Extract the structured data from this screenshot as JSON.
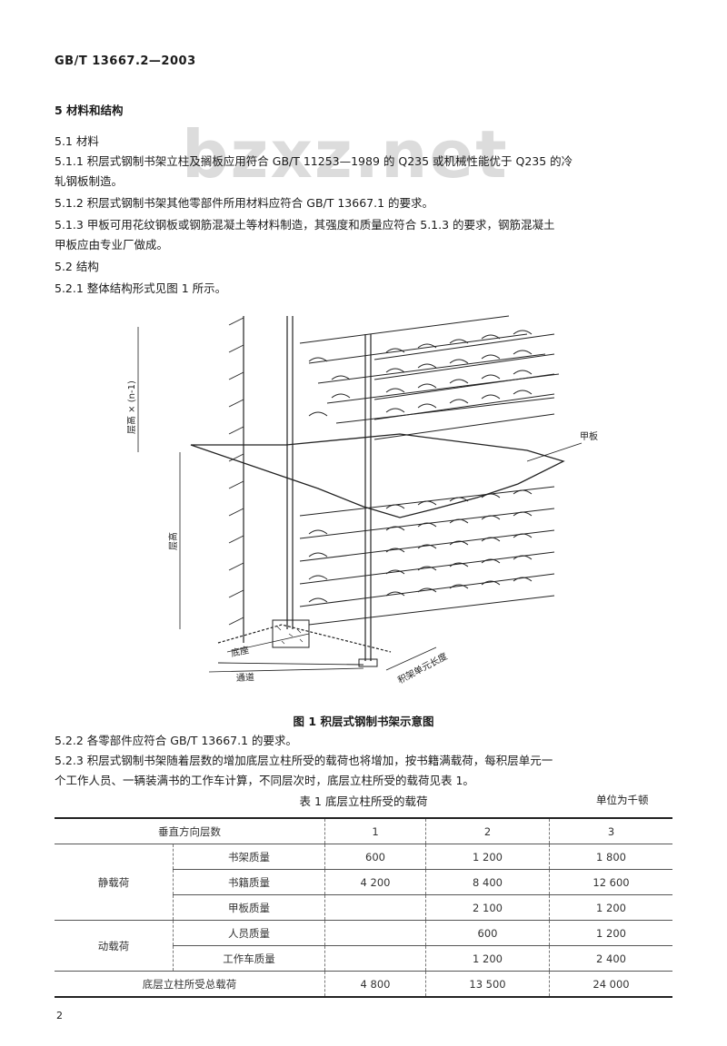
{
  "header": {
    "standard_no": "GB/T 13667.2—2003"
  },
  "watermark": "bzxz.net",
  "sections": {
    "s5": "5 材料和结构",
    "s5_1": "5.1 材料",
    "s5_1_1_a": "5.1.1 积层式钢制书架立柱及搁板应用符合 GB/T 11253—1989 的 Q235 或机械性能优于 Q235 的冷",
    "s5_1_1_b": "轧钢板制造。",
    "s5_1_2": "5.1.2 积层式钢制书架其他零部件所用材料应符合 GB/T 13667.1 的要求。",
    "s5_1_3_a": "5.1.3 甲板可用花纹钢板或钢筋混凝土等材料制造，其强度和质量应符合 5.1.3 的要求，钢筋混凝土",
    "s5_1_3_b": "甲板应由专业厂做成。",
    "s5_2": "5.2 结构",
    "s5_2_1": "5.2.1 整体结构形式见图 1 所示。",
    "s5_2_2": "5.2.2 各零部件应符合 GB/T 13667.1 的要求。",
    "s5_2_3_a": "5.2.3 积层式钢制书架随着层数的增加底层立柱所受的载荷也将增加，按书籍满载荷，每积层单元一",
    "s5_2_3_b": "个工作人员、一辆装满书的工作车计算，不同层次时，底层立柱所受的载荷见表 1。"
  },
  "figure": {
    "caption": "图 1 积层式钢制书架示意图",
    "labels": {
      "deck": "甲板",
      "total_height": "层高 × (n-1)",
      "floor_height": "层高",
      "pedestal": "底座",
      "aisle": "通道",
      "length": "积架单元长度"
    }
  },
  "table": {
    "title": "表 1 底层立柱所受的载荷",
    "unit": "单位为千顿",
    "header": {
      "label": "垂直方向层数",
      "cols": [
        "1",
        "2",
        "3"
      ]
    },
    "static_group": "静载荷",
    "dynamic_group": "动载荷",
    "rows": [
      {
        "item": "书架质量",
        "v1": "600",
        "v2": "1 200",
        "v3": "1 800"
      },
      {
        "item": "书籍质量",
        "v1": "4 200",
        "v2": "8 400",
        "v3": "12 600"
      },
      {
        "item": "甲板质量",
        "v1": "",
        "v2": "2 100",
        "v3": "1 200"
      },
      {
        "item": "人员质量",
        "v1": "",
        "v2": "600",
        "v3": "1 200"
      },
      {
        "item": "工作车质量",
        "v1": "",
        "v2": "1 200",
        "v3": "2 400"
      }
    ],
    "total": {
      "label": "底层立柱所受总载荷",
      "v1": "4 800",
      "v2": "13 500",
      "v3": "24 000"
    }
  },
  "page_number": "2"
}
